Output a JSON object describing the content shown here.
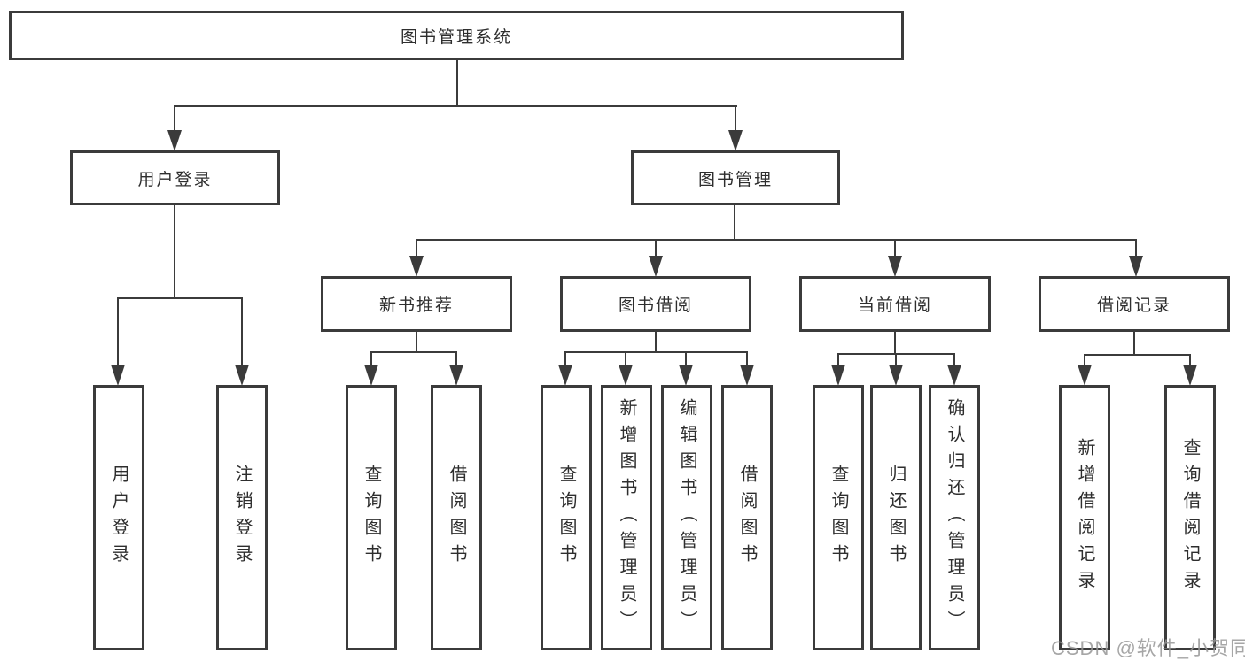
{
  "tree": {
    "label": "图书管理系统",
    "children": [
      {
        "label": "用户登录",
        "children": [
          {
            "label": "用户登录"
          },
          {
            "label": "注销登录"
          }
        ]
      },
      {
        "label": "图书管理",
        "children": [
          {
            "label": "新书推荐",
            "children": [
              {
                "label": "查询图书"
              },
              {
                "label": "借阅图书"
              }
            ]
          },
          {
            "label": "图书借阅",
            "children": [
              {
                "label": "查询图书"
              },
              {
                "label": "新增图书（管理员）"
              },
              {
                "label": "编辑图书（管理员）"
              },
              {
                "label": "借阅图书"
              }
            ]
          },
          {
            "label": "当前借阅",
            "children": [
              {
                "label": "查询图书"
              },
              {
                "label": "归还图书"
              },
              {
                "label": "确认归还（管理员）"
              }
            ]
          },
          {
            "label": "借阅记录",
            "children": [
              {
                "label": "新增借阅记录"
              },
              {
                "label": "查询借阅记录"
              }
            ]
          }
        ]
      }
    ]
  },
  "watermark": "CSDN @软件_小贺同学",
  "colors": {
    "line": "#3b3b3b",
    "text": "#2e2e2e",
    "watermark": "#969696",
    "background": "#ffffff"
  }
}
